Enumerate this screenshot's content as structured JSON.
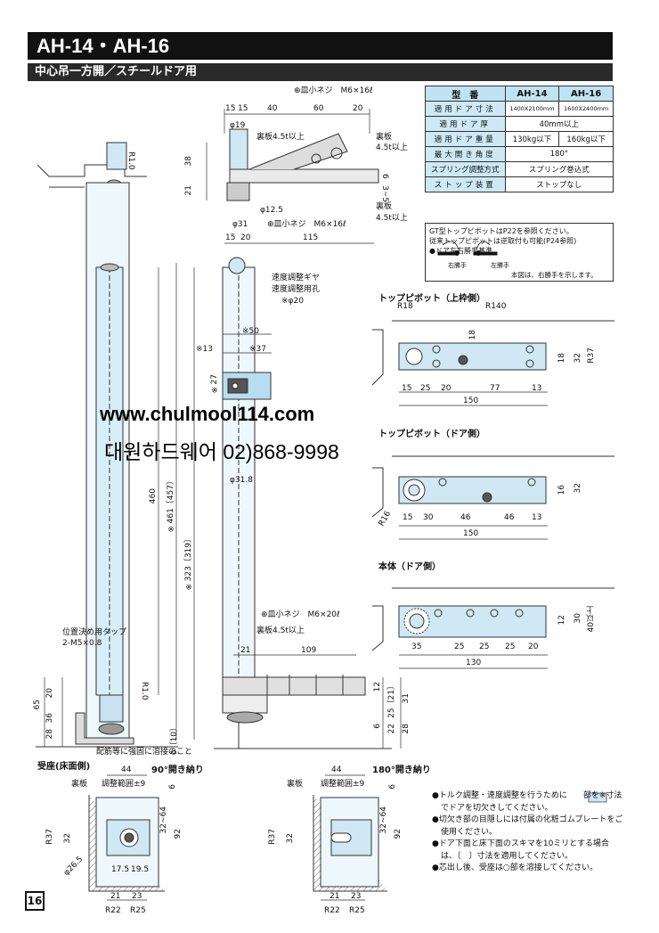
{
  "header": {
    "title": "AH-14・AH-16",
    "subtitle": "中心吊一方開／スチールドア用"
  },
  "spec_table": {
    "headers": [
      "型　番",
      "AH-14",
      "AH-16"
    ],
    "rows": [
      {
        "label": "適用ドア寸法",
        "ah14": "1400X2100mm",
        "ah16": "1600X2400mm"
      },
      {
        "label": "適用ドア厚",
        "both": "40mm以上"
      },
      {
        "label": "適用ドア重量",
        "ah14": "130kg以下",
        "ah16": "160kg以下"
      },
      {
        "label": "最大開き角度",
        "both": "180°"
      },
      {
        "label": "スプリング調整方式",
        "both": "スプリング巻込式"
      },
      {
        "label": "ストップ装置",
        "both": "ストップなし"
      }
    ]
  },
  "notes": {
    "line1": "GT型トップピボットはP22を参照ください。",
    "line2": "従来トップピボットは逆取付も可能(P24参照)",
    "hand_title": "●ドア左右勝手基準",
    "right_hand": "右勝手",
    "left_hand": "左勝手",
    "figure_note": "本図は、右勝手を示します。"
  },
  "watermark": {
    "url": "www.chulmool114.com",
    "phone": "대원하드웨어 02)868-9998"
  },
  "sections": {
    "top_frame": "トップピボット（上枠側）",
    "top_door": "トップピボット（ドア側）",
    "body_door": "本体（ドア側）",
    "floor_seat": "受座(床面側)",
    "open90": "90°開き納り",
    "open180": "180°開き納り"
  },
  "labels": {
    "screw_top": "⊕皿小ネジ　M6×16ℓ",
    "screw_mid": "⊕皿小ネジ　M6×16ℓ",
    "screw_bottom": "⊕皿小ネジ　M6×20ℓ",
    "backplate_45": "裏板4.5t以上",
    "backplate": "裏板",
    "backplate_45b": "4.5t以上",
    "backplate_45c": "4.5t以上",
    "backplate_lower": "裏板4.5t以上",
    "speed_gear": "速度調整ギヤ",
    "speed_hole": "速度調整用孔",
    "phi20": "※φ20",
    "tap_label": "位置決め用タップ",
    "tap_size": "2-M5×0.8",
    "rebar_note": "配筋等に強固に溶接のこと",
    "backplate_90": "裏板",
    "adj_90": "調整範囲±9",
    "backplate_180": "裏板",
    "adj_180": "調整範囲±9"
  },
  "dims": {
    "d15a": "15",
    "d15b": "15",
    "d40": "40",
    "d60": "60",
    "d20top": "20",
    "phi19": "φ19",
    "r10top": "R1.0",
    "d38": "38",
    "d21": "21",
    "d6": "6",
    "d35": "3~5",
    "phi125": "φ12.5",
    "phi31": "φ31",
    "d15c": "15",
    "d20b": "20",
    "d115": "115",
    "x50": "※50",
    "x37": "※37",
    "x13": "※13",
    "x27": "※27",
    "d460": "460",
    "x461": "※461〔457〕",
    "x323": "※323〔319〕",
    "phi318": "φ31.8",
    "tp_r18": "R18",
    "tp_r140": "R140",
    "tp_18": "18",
    "tp_18b": "18",
    "tp_32": "32",
    "tp_r37": "R37",
    "tp_15": "15",
    "tp_25": "25",
    "tp_20": "20",
    "tp_77": "77",
    "tp_13": "13",
    "tp_150": "150",
    "td_16": "16",
    "td_32": "32",
    "td_r16": "R16",
    "td_15": "15",
    "td_30": "30",
    "td_46a": "46",
    "td_46b": "46",
    "td_13": "13",
    "td_150": "150",
    "bd_12": "12",
    "bd_30": "30",
    "bd_40": "40以上",
    "bd_35": "35",
    "bd_25a": "25",
    "bd_25b": "25",
    "bd_25c": "25",
    "bd_20": "20",
    "bd_130": "130",
    "lw_21": "21",
    "lw_109": "109",
    "lw_12": "12",
    "lw_25": "25〔21〕",
    "lw_31": "31",
    "lw_6": "6",
    "lw_22": "22",
    "lw_28": "28",
    "lw_r10": "R1.0",
    "lw_610": "6〔10〕",
    "ll_20": "20",
    "ll_65": "65",
    "ll_36": "36",
    "ll_28": "28",
    "s90_44": "44",
    "s90_6": "6",
    "s90_r37": "R37",
    "s90_32": "32",
    "s90_3264": "32~64",
    "s90_92": "92",
    "s90_phi": "φ26.5",
    "s90_175": "17.5",
    "s90_195": "19.5",
    "s90_21": "21",
    "s90_23": "23",
    "s90_r22": "R22",
    "s90_r25": "R25",
    "s180_44": "44",
    "s180_6": "6",
    "s180_r37": "R37",
    "s180_32": "32",
    "s180_3264": "32~64",
    "s180_92": "92",
    "s180_21": "21",
    "s180_23": "23",
    "s180_r22": "R22",
    "s180_r25": "R25"
  },
  "footnotes": [
    "●トルク調整・速度調整を行うために　　部を※寸法でドアを切欠きしてください。",
    "●切欠き部の目隠しには付属の化粧ゴムプレートをご使用ください。",
    "●ドア下面と床下面のスキマを10ミリとする場合は、〔　〕寸法を適用してください。",
    "●芯出し後、受座は○部を溶接してください。"
  ],
  "page_number": "16"
}
